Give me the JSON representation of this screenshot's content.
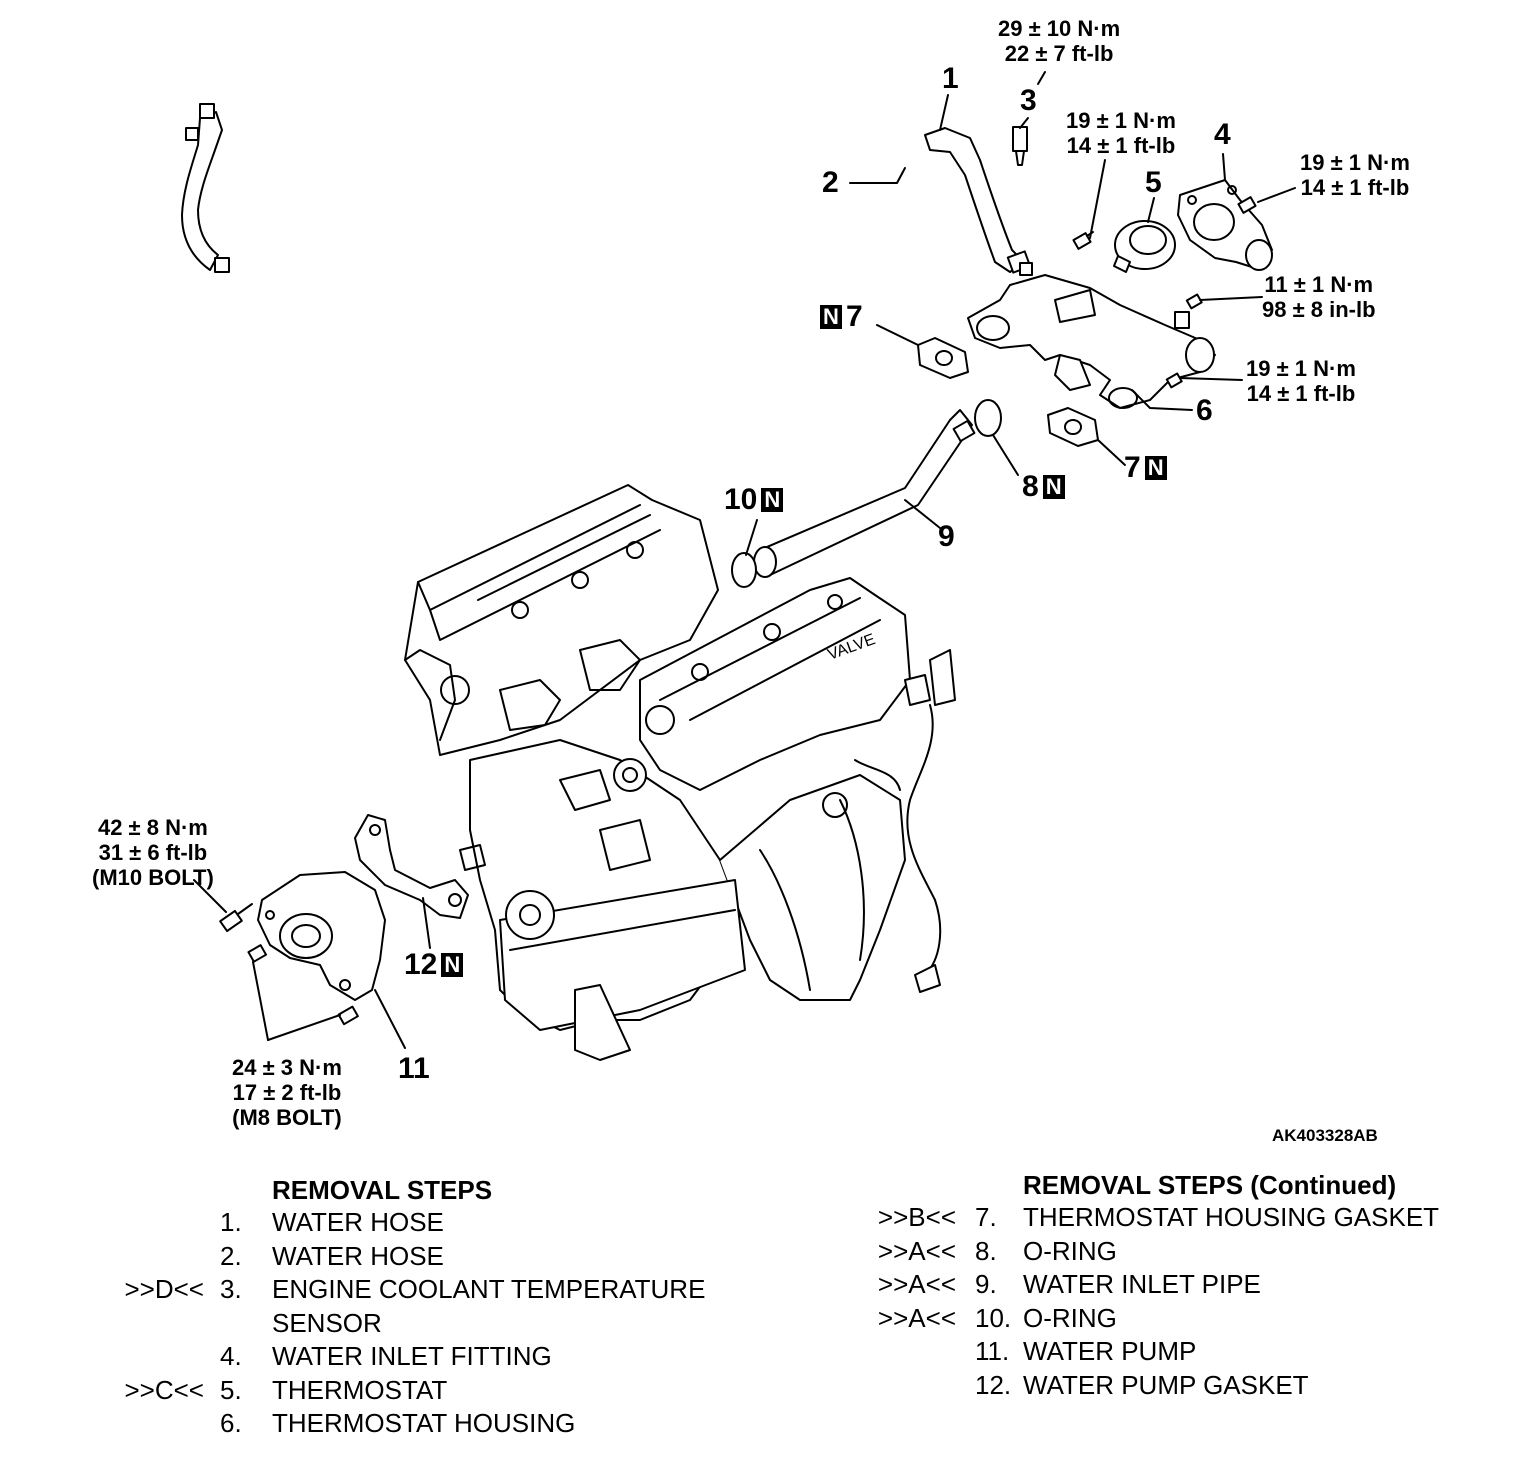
{
  "diagram": {
    "callouts": {
      "c1": "1",
      "c2": "2",
      "c3": "3",
      "c4": "4",
      "c5": "5",
      "c6": "6",
      "c7a": "7",
      "c7b": "7",
      "c8": "8",
      "c9": "9",
      "c10": "10",
      "c11": "11",
      "c12": "12"
    },
    "new_part_mark": "N",
    "torques": {
      "sensor_nm": "29 ± 10 N·m",
      "sensor_ft": "22 ± 7 ft-lb",
      "bolt_left_nm": "19 ± 1 N·m",
      "bolt_left_ft": "14 ± 1 ft-lb",
      "fitting_nm": "19 ± 1 N·m",
      "fitting_ft": "14 ± 1 ft-lb",
      "housing_small_nm": "11 ± 1 N·m",
      "housing_small_in": "98 ± 8 in-lb",
      "housing_nm": "19 ± 1 N·m",
      "housing_ft": "14 ± 1 ft-lb",
      "m10_nm": "42 ± 8 N·m",
      "m10_ft": "31 ± 6 ft-lb",
      "m10_label": "(M10 BOLT)",
      "m8_nm": "24 ± 3 N·m",
      "m8_ft": "17 ± 2 ft-lb",
      "m8_label": "(M8 BOLT)"
    },
    "figure_code": "AK403328AB"
  },
  "removal_steps": {
    "heading": "REMOVAL STEPS",
    "heading_continued": "REMOVAL STEPS (Continued)",
    "left": [
      {
        "marker": "",
        "num": "1.",
        "text": "WATER HOSE"
      },
      {
        "marker": "",
        "num": "2.",
        "text": "WATER HOSE"
      },
      {
        "marker": ">>D<<",
        "num": "3.",
        "text": "ENGINE COOLANT TEMPERATURE"
      },
      {
        "marker": "",
        "num": "",
        "text": "SENSOR"
      },
      {
        "marker": "",
        "num": "4.",
        "text": "WATER INLET FITTING"
      },
      {
        "marker": ">>C<<",
        "num": "5.",
        "text": "THERMOSTAT"
      },
      {
        "marker": "",
        "num": "6.",
        "text": "THERMOSTAT HOUSING"
      }
    ],
    "right": [
      {
        "marker": ">>B<<",
        "num": "7.",
        "text": "THERMOSTAT HOUSING GASKET"
      },
      {
        "marker": ">>A<<",
        "num": "8.",
        "text": "O-RING"
      },
      {
        "marker": ">>A<<",
        "num": "9.",
        "text": "WATER INLET PIPE"
      },
      {
        "marker": ">>A<<",
        "num": "10.",
        "text": "O-RING"
      },
      {
        "marker": "",
        "num": "11.",
        "text": "WATER PUMP"
      },
      {
        "marker": "",
        "num": "12.",
        "text": "WATER PUMP GASKET"
      }
    ]
  }
}
